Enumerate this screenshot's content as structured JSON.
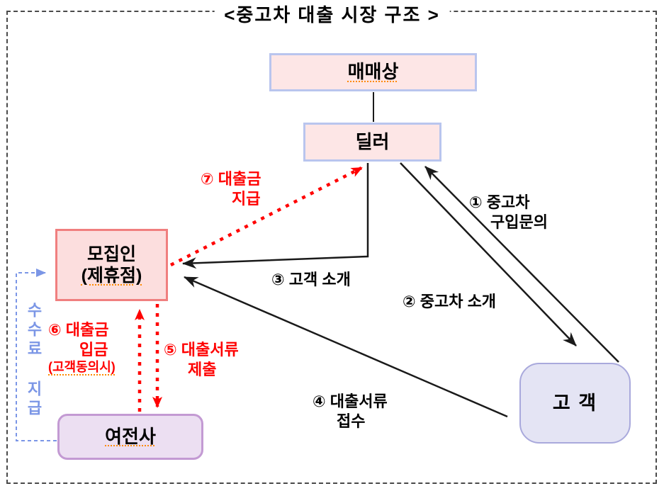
{
  "title": "<중고차 대출 시장 구조 >",
  "nodes": {
    "maemaesang": {
      "label": "매매상"
    },
    "dealer": {
      "label": "딜러"
    },
    "recruiter": {
      "label_line1": "모집인",
      "label_line2": "(제휴점)"
    },
    "finance": {
      "label": "여전사"
    },
    "customer": {
      "label": "고  객"
    }
  },
  "edge_labels": {
    "l1": {
      "line1": "① 중고차",
      "line2": "구입문의"
    },
    "l2": {
      "line1": "② 중고차 소개"
    },
    "l3": {
      "line1": "③ 고객 소개"
    },
    "l4": {
      "line1": "④ 대출서류",
      "line2": "접수"
    },
    "l5": {
      "line1": "⑤ 대출서류",
      "line2": "제출"
    },
    "l6": {
      "line1": "⑥ 대출금",
      "line2": "입금",
      "line3": "(고객동의시)"
    },
    "l7": {
      "line1": "⑦ 대출금",
      "line2": "지급"
    },
    "fee": {
      "line1": "수수료 지급"
    }
  },
  "colors": {
    "black_flow": "#1a1a1a",
    "red_flow": "#ff0000",
    "fee_blue": "#7b96e6",
    "pink_box_fill": "#fde6e6",
    "pink_box_border": "#b9c5ee",
    "recruiter_fill": "#fcdede",
    "recruiter_border": "#f07f7f",
    "finance_fill": "#ecdff2",
    "finance_border": "#c39ad3",
    "customer_fill": "#e4e4f4",
    "customer_border": "#a9a9dc",
    "frame_border": "#4a4a4a"
  }
}
